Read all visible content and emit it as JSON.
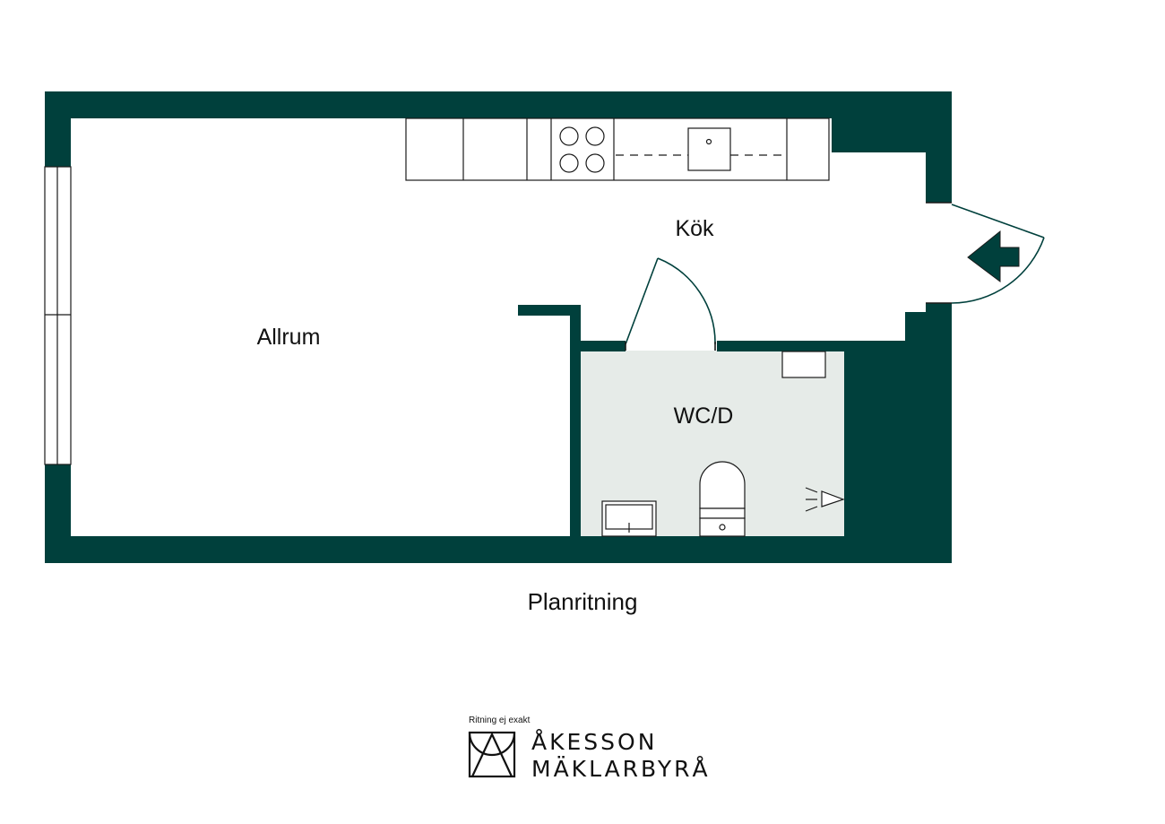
{
  "rooms": {
    "living": "Allrum",
    "kitchen": "Kök",
    "bathroom": "WC/D"
  },
  "caption": "Planritning",
  "footer": {
    "disclaimer": "Ritning ej exakt",
    "brand_line1": "ÅKESSON",
    "brand_line2": "MÄKLARBYRÅ"
  },
  "colors": {
    "wall": "#00403c",
    "bathroom_floor": "#e6ebe8",
    "line": "#1a1a1a"
  },
  "icons": {
    "entrance": "entrance-arrow-icon",
    "logo": "akesson-logo-icon"
  }
}
